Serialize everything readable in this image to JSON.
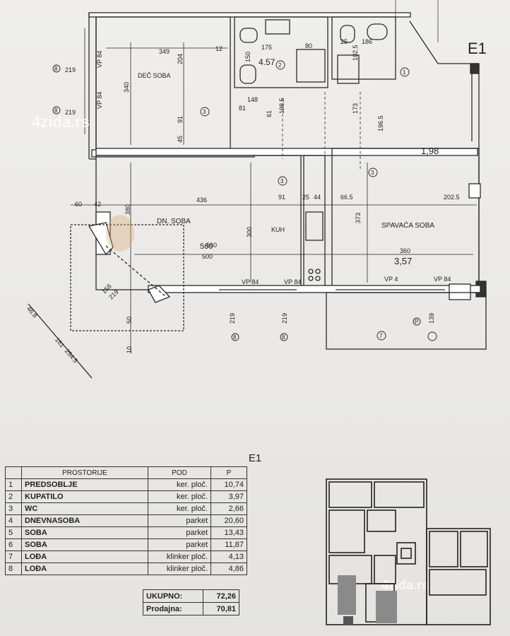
{
  "plan": {
    "apartment_label": "E1",
    "rooms_handwritten": [
      "DEČ SOBA",
      "DN. SOBA",
      "KUH",
      "SPAVAĆA SOBA"
    ],
    "area_notes": [
      "1,98",
      "3,57",
      "4.57",
      "560",
      "500"
    ],
    "dimensions": [
      "349",
      "12",
      "204",
      "340",
      "91",
      "45",
      "436",
      "60",
      "42",
      "380",
      "300",
      "560",
      "175",
      "80",
      "150",
      "25",
      "81",
      "148",
      "61",
      "198.5",
      "186",
      "102.5",
      "173",
      "196.5",
      "91",
      "25",
      "44",
      "66.5",
      "202.5",
      "373",
      "360",
      "158",
      "219",
      "50",
      "10",
      "161",
      "254.5",
      "46.8"
    ],
    "window_labels": [
      "VP 84",
      "VP 84",
      "VP 84",
      "VP 84",
      "VP 84",
      "VP 4"
    ],
    "vp_heights": [
      "219",
      "219",
      "219",
      "219",
      "139"
    ],
    "callouts": [
      "8",
      "8",
      "3",
      "2",
      "1",
      "3",
      "3",
      "7",
      "8",
      "8",
      "P"
    ]
  },
  "table_title": "E1",
  "table": {
    "headers": [
      "",
      "PROSTORIJE",
      "POD",
      "P"
    ],
    "rows": [
      {
        "n": "1",
        "name": "PREDSOBLJE",
        "pod": "ker. ploč.",
        "p": "10,74"
      },
      {
        "n": "2",
        "name": "KUPATILO",
        "pod": "ker. ploč.",
        "p": "3,97"
      },
      {
        "n": "3",
        "name": "WC",
        "pod": "ker. ploč.",
        "p": "2,66"
      },
      {
        "n": "4",
        "name": "DNEVNASOBA",
        "pod": "parket",
        "p": "20,60"
      },
      {
        "n": "5",
        "name": "SOBA",
        "pod": "parket",
        "p": "13,43"
      },
      {
        "n": "6",
        "name": "SOBA",
        "pod": "parket",
        "p": "11,87"
      },
      {
        "n": "7",
        "name": "LOĐA",
        "pod": "klinker ploč.",
        "p": "4,13"
      },
      {
        "n": "8",
        "name": "LOĐA",
        "pod": "klinker ploč.",
        "p": "4,86"
      }
    ],
    "totals": [
      {
        "label": "UKUPNO:",
        "value": "72,26"
      },
      {
        "label": "Prodajna:",
        "value": "70,81"
      }
    ]
  },
  "watermark": "4zida.rs"
}
